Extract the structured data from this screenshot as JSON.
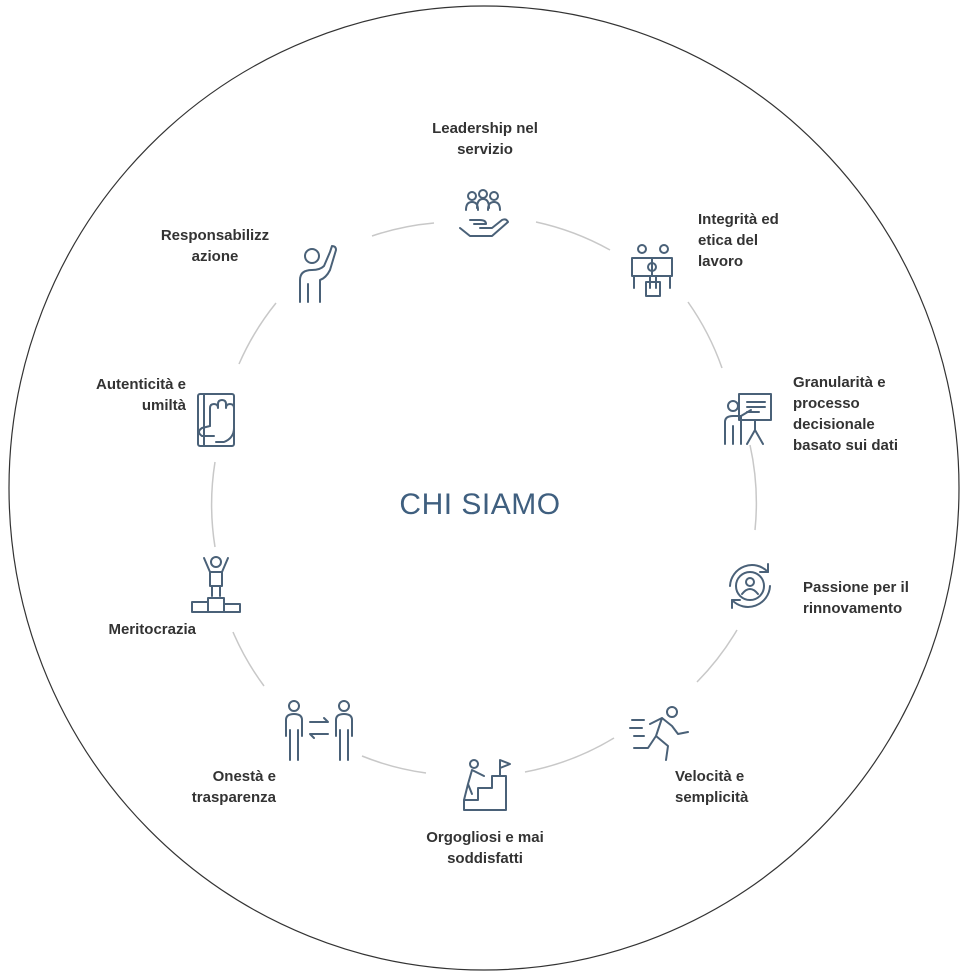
{
  "center_title": "CHI SIAMO",
  "values": [
    {
      "label": "Leadership nel\nservizio",
      "icon": "helping-hand-people-icon"
    },
    {
      "label": "Integrità ed\netica del\nlavoro",
      "icon": "puzzle-people-icon"
    },
    {
      "label": "Granularità e\nprocesso\ndecisionale\nbasato sui dati",
      "icon": "presentation-board-icon"
    },
    {
      "label": "Passione per il\nrinnovamento",
      "icon": "renewal-cycle-icon"
    },
    {
      "label": "Velocità e\nsemplicità",
      "icon": "running-person-icon"
    },
    {
      "label": "Orgogliosi e mai\nsoddisfatti",
      "icon": "climbing-stairs-flag-icon"
    },
    {
      "label": "Onestà e\ntrasparenza",
      "icon": "two-people-exchange-icon"
    },
    {
      "label": "Meritocrazia",
      "icon": "podium-winner-icon"
    },
    {
      "label": "Autenticità e\numiltà",
      "icon": "hand-on-book-icon"
    },
    {
      "label": "Responsabilizz\nazione",
      "icon": "raised-hand-person-icon"
    }
  ],
  "colors": {
    "icon": "#4a6178",
    "ring": "#c8c8c8",
    "title": "#3f5f7f",
    "outline": "#333333"
  }
}
